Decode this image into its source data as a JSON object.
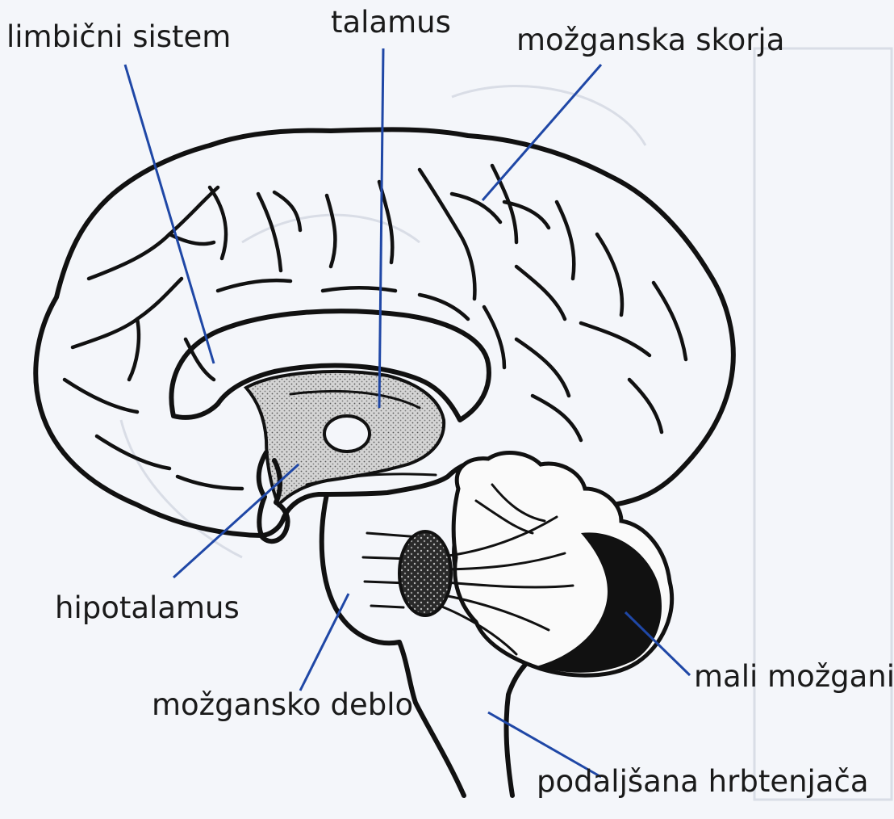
{
  "diagram": {
    "labels": {
      "limbic": "limbični sistem",
      "thalamus": "talamus",
      "cortex": "možganska skorja",
      "hypothalamus": "hipotalamus",
      "brainstem": "možgansko deblo",
      "cerebellum": "mali možgani",
      "medulla": "podaljšana hrbtenjača"
    },
    "colors": {
      "leader_line": "#1f47a6",
      "outline": "#111111",
      "thalamus_fill": "#c9c9c9",
      "background": "#f4f6fa"
    }
  }
}
